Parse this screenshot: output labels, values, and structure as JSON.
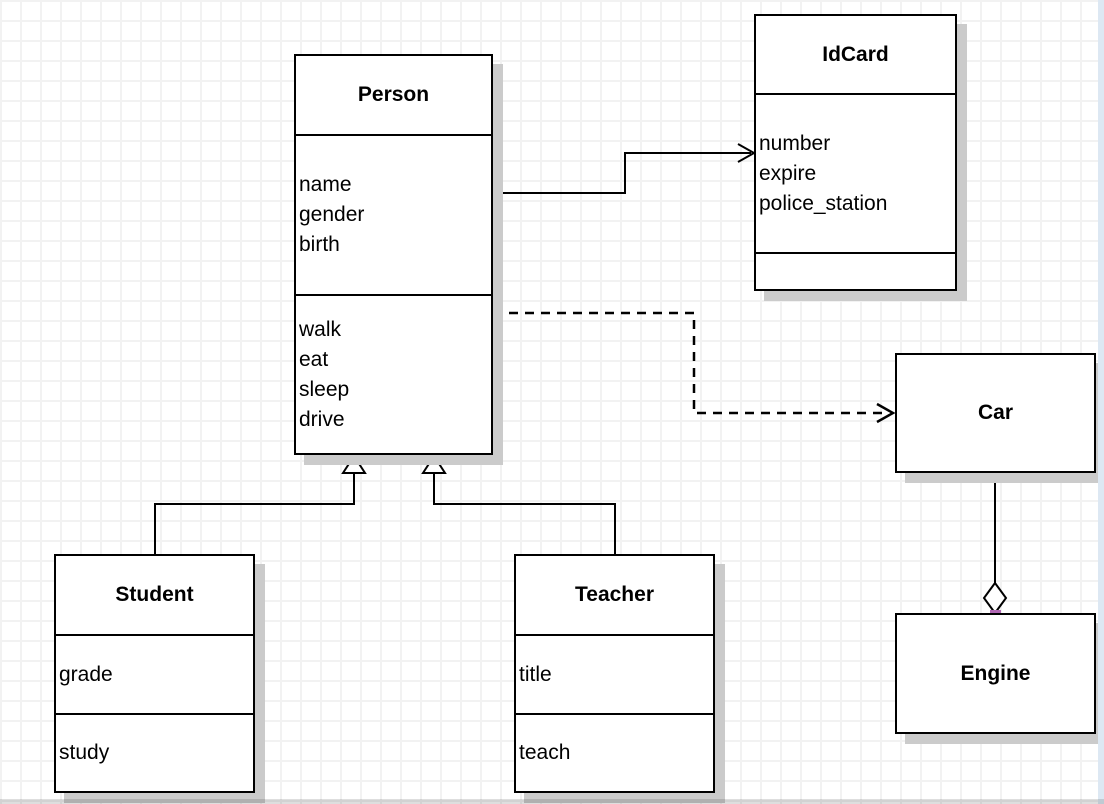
{
  "diagram": {
    "kind": "uml-class-diagram",
    "classes": {
      "person": {
        "title": "Person",
        "attributes": [
          "name",
          "gender",
          "birth"
        ],
        "methods": [
          "walk",
          "eat",
          "sleep",
          "drive"
        ]
      },
      "idcard": {
        "title": "IdCard",
        "attributes": [
          "number",
          "expire",
          "police_station"
        ],
        "methods": []
      },
      "car": {
        "title": "Car",
        "attributes": [],
        "methods": []
      },
      "engine": {
        "title": "Engine",
        "attributes": [],
        "methods": []
      },
      "student": {
        "title": "Student",
        "attributes": [
          "grade"
        ],
        "methods": [
          "study"
        ]
      },
      "teacher": {
        "title": "Teacher",
        "attributes": [
          "title"
        ],
        "methods": [
          "teach"
        ]
      }
    },
    "relationships": [
      {
        "from": "Person",
        "to": "IdCard",
        "type": "association",
        "line": "solid",
        "arrow": "open"
      },
      {
        "from": "Person",
        "to": "Car",
        "type": "dependency",
        "line": "dashed",
        "arrow": "open"
      },
      {
        "from": "Student",
        "to": "Person",
        "type": "generalization",
        "line": "solid",
        "arrow": "hollow-triangle"
      },
      {
        "from": "Teacher",
        "to": "Person",
        "type": "generalization",
        "line": "solid",
        "arrow": "hollow-triangle"
      },
      {
        "from": "Car",
        "to": "Engine",
        "type": "aggregation",
        "line": "solid",
        "arrow": "hollow-diamond"
      }
    ]
  },
  "colors": {
    "line": "#000000",
    "box_fill": "#ffffff",
    "shadow": "#cbcbcb",
    "grid": "#f2f2f2",
    "endpoint_handle": "#b168b4"
  }
}
